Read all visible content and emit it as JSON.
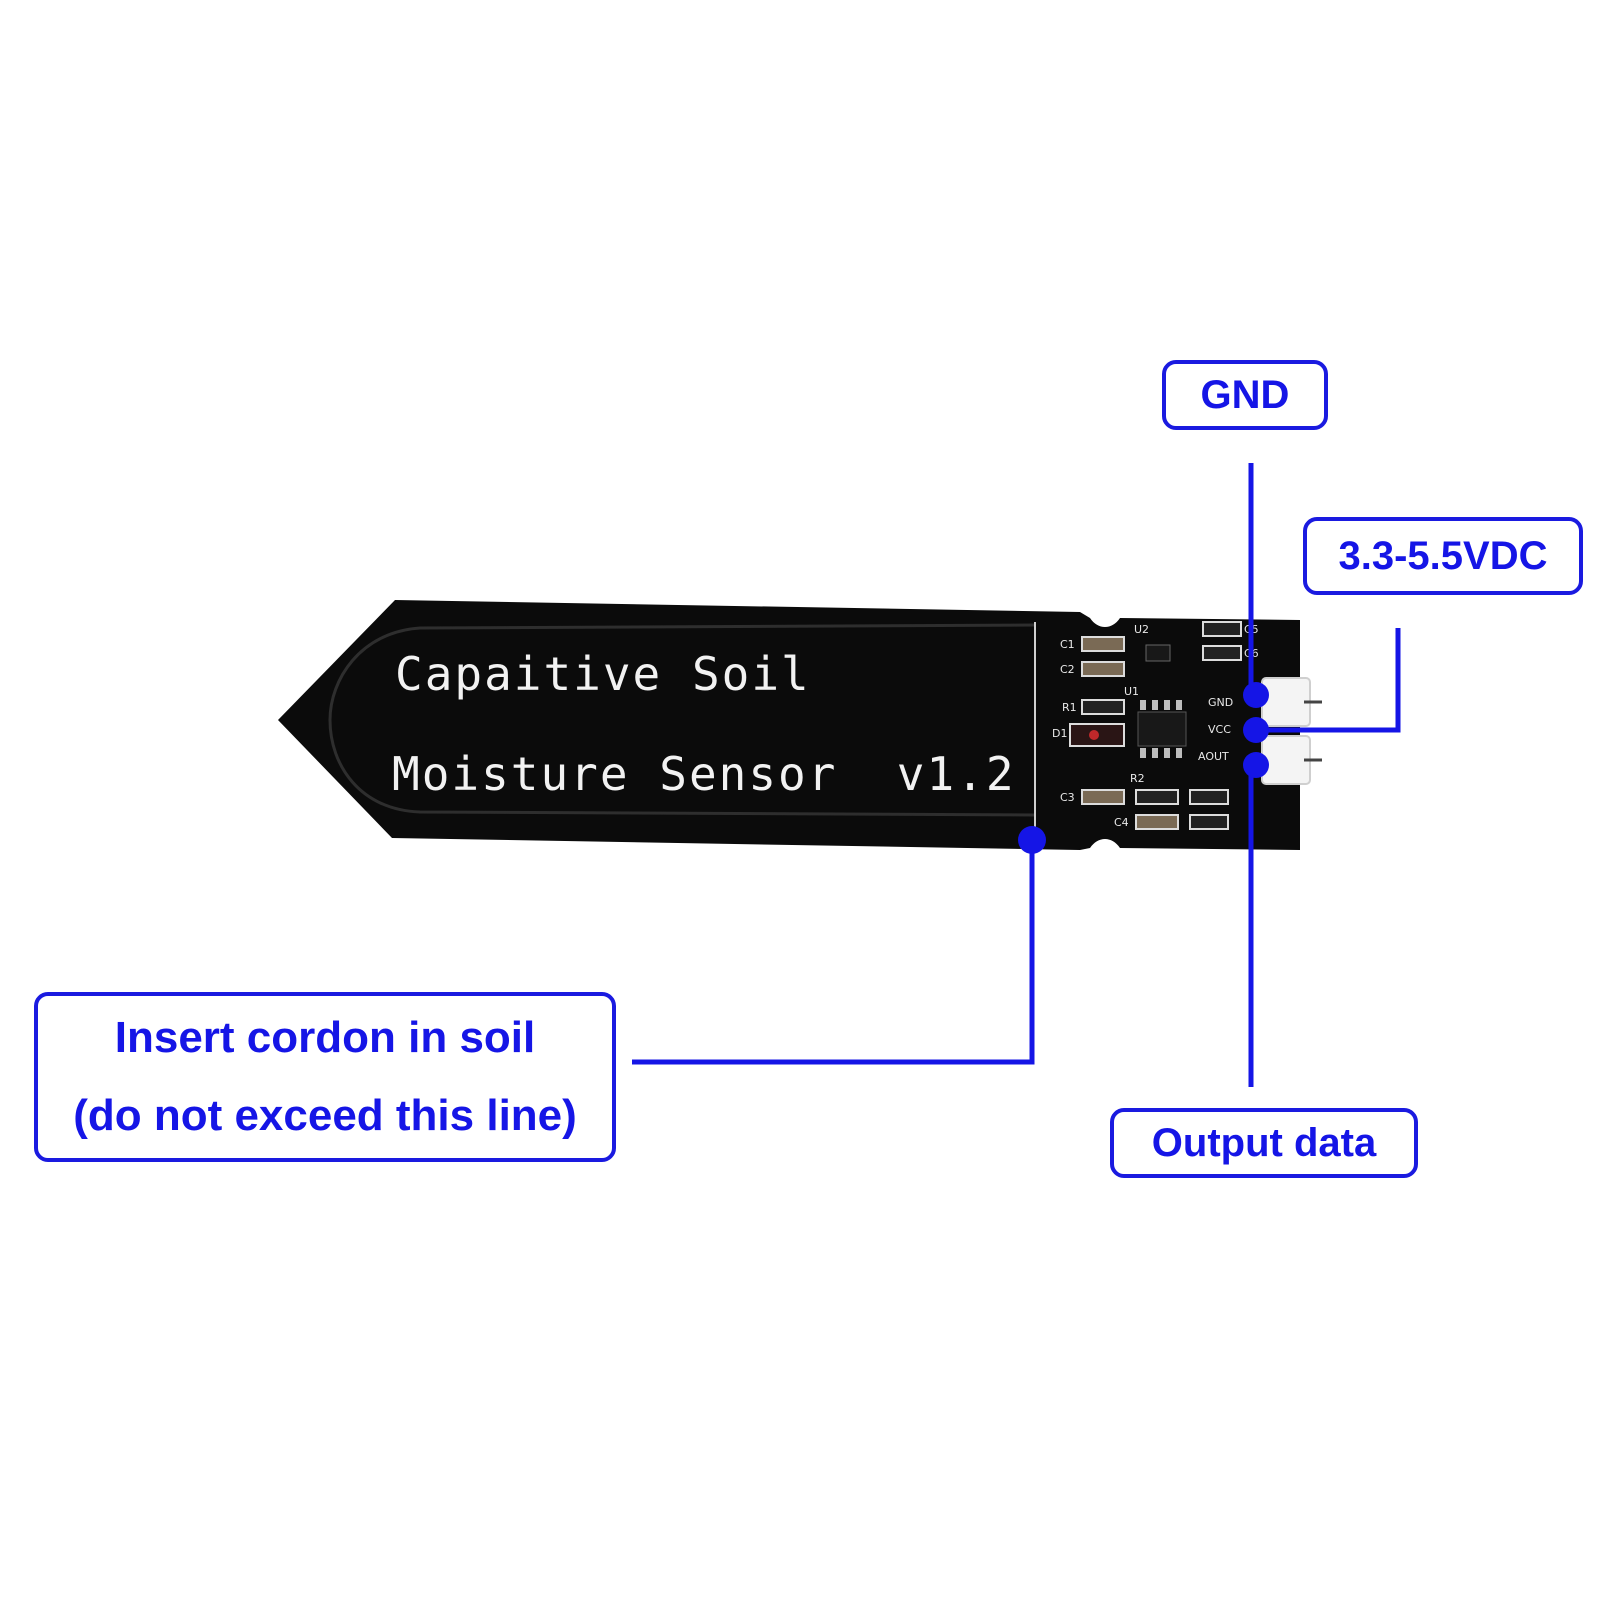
{
  "board": {
    "title_line1": "Capaitive Soil",
    "title_line2": "Moisture Sensor  v1.2",
    "silkscreen": {
      "c1": "C1",
      "c2": "C2",
      "c3": "C3",
      "c4": "C4",
      "c5": "C5",
      "c6": "C6",
      "r1": "R1",
      "r2": "R2",
      "d1": "D1",
      "u1": "U1",
      "u2": "U2",
      "gnd_pin": "GND",
      "vcc_pin": "VCC",
      "aout_pin": "AOUT"
    }
  },
  "callouts": {
    "gnd": "GND",
    "voltage": "3.3-5.5VDC",
    "output": "Output data",
    "soil_line1": "Insert cordon in soil",
    "soil_line2": "(do not exceed this line)"
  },
  "colors": {
    "callout_blue": "#1515e6",
    "pcb": "#0b0b0b",
    "background": "#ffffff"
  }
}
